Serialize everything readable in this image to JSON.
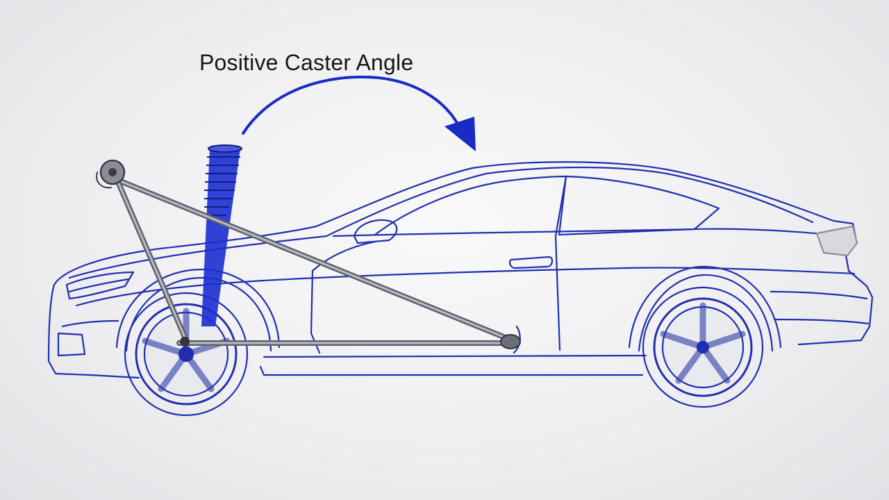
{
  "diagram": {
    "title": "Positive Caster Angle",
    "colors": {
      "outline": "#1f2fb0",
      "accent": "#1a2bc4",
      "strut": "#1b2dd0",
      "rod": "#6b6d78",
      "rod_highlight": "#b9bbc4",
      "title_text": "#161616"
    },
    "icons": [
      "curved-arrow-icon",
      "car-outline",
      "coilover-strut",
      "suspension-arm"
    ]
  }
}
